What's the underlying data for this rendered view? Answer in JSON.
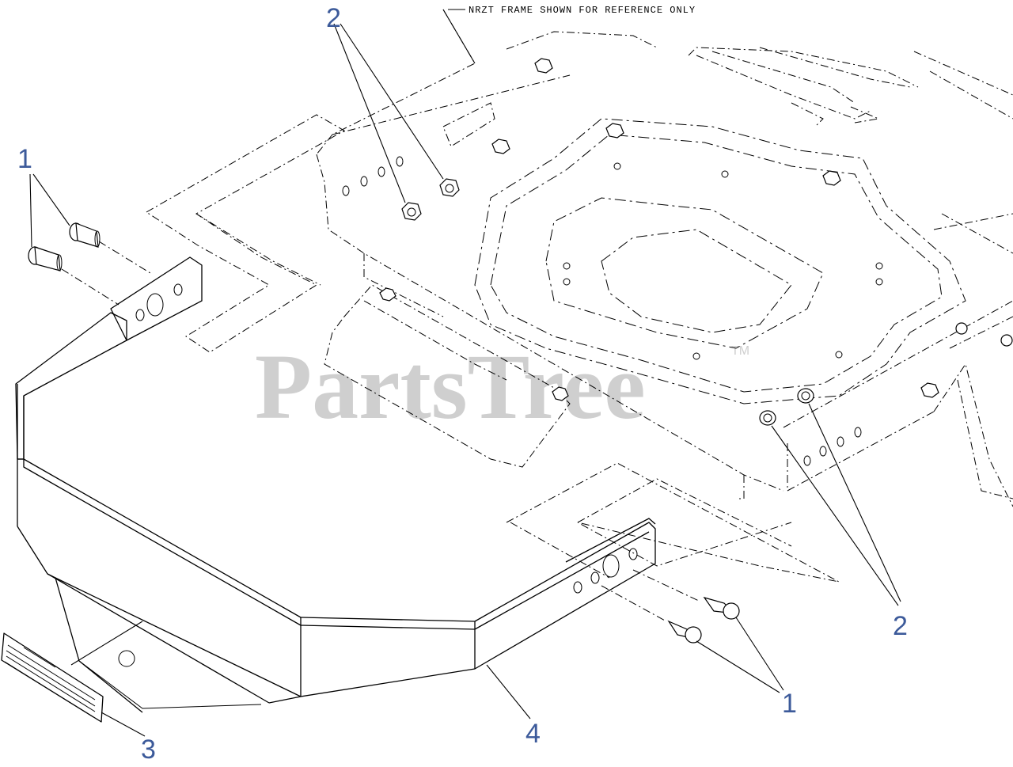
{
  "reference_note": "NRZT FRAME SHOWN FOR REFERENCE ONLY",
  "watermark": {
    "text": "PartsTree",
    "tm": "TM"
  },
  "callouts": [
    {
      "id": "callout-2-top",
      "label": "2"
    },
    {
      "id": "callout-1-left",
      "label": "1"
    },
    {
      "id": "callout-2-right",
      "label": "2"
    },
    {
      "id": "callout-1-bottom",
      "label": "1"
    },
    {
      "id": "callout-4",
      "label": "4"
    },
    {
      "id": "callout-3",
      "label": "3"
    }
  ],
  "colors": {
    "callout": "#3c5a9a",
    "watermark": "#cfcfcf",
    "line": "#000000"
  }
}
